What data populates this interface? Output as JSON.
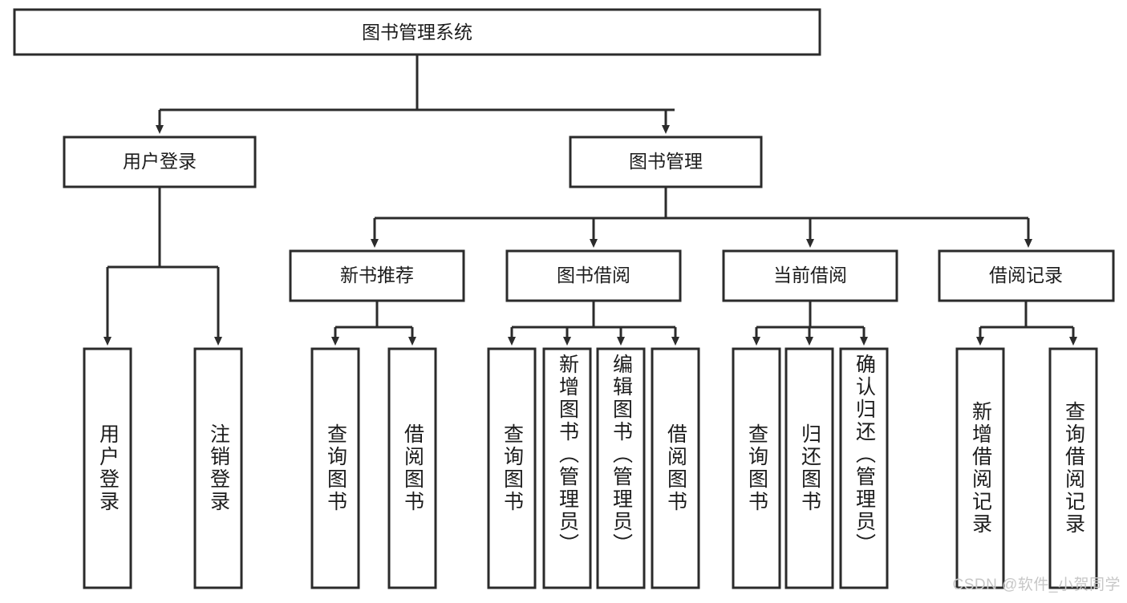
{
  "diagram": {
    "type": "tree",
    "title_node": "图书管理系统",
    "colors": {
      "stroke": "#2b2b2b",
      "fill": "#ffffff",
      "text": "#1c1c1c",
      "watermark": "#c7c7c7"
    },
    "root": {
      "label": "图书管理系统"
    },
    "level1": [
      {
        "label": "用户登录"
      },
      {
        "label": "图书管理"
      }
    ],
    "level2": [
      {
        "label": "新书推荐"
      },
      {
        "label": "图书借阅"
      },
      {
        "label": "当前借阅"
      },
      {
        "label": "借阅记录"
      }
    ],
    "leaves": {
      "user_login": [
        {
          "label": "用户登录"
        },
        {
          "label": "注销登录"
        }
      ],
      "new_book_recommend": [
        {
          "label": "查询图书"
        },
        {
          "label": "借阅图书"
        }
      ],
      "book_borrow": [
        {
          "label": "查询图书"
        },
        {
          "label": "新增图书（管理员）"
        },
        {
          "label": "编辑图书（管理员）"
        },
        {
          "label": "借阅图书"
        }
      ],
      "current_borrow": [
        {
          "label": "查询图书"
        },
        {
          "label": "归还图书"
        },
        {
          "label": "确认归还（管理员）"
        }
      ],
      "borrow_record": [
        {
          "label": "新增借阅记录"
        },
        {
          "label": "查询借阅记录"
        }
      ]
    },
    "watermark": "CSDN @软件_小贺同学"
  }
}
